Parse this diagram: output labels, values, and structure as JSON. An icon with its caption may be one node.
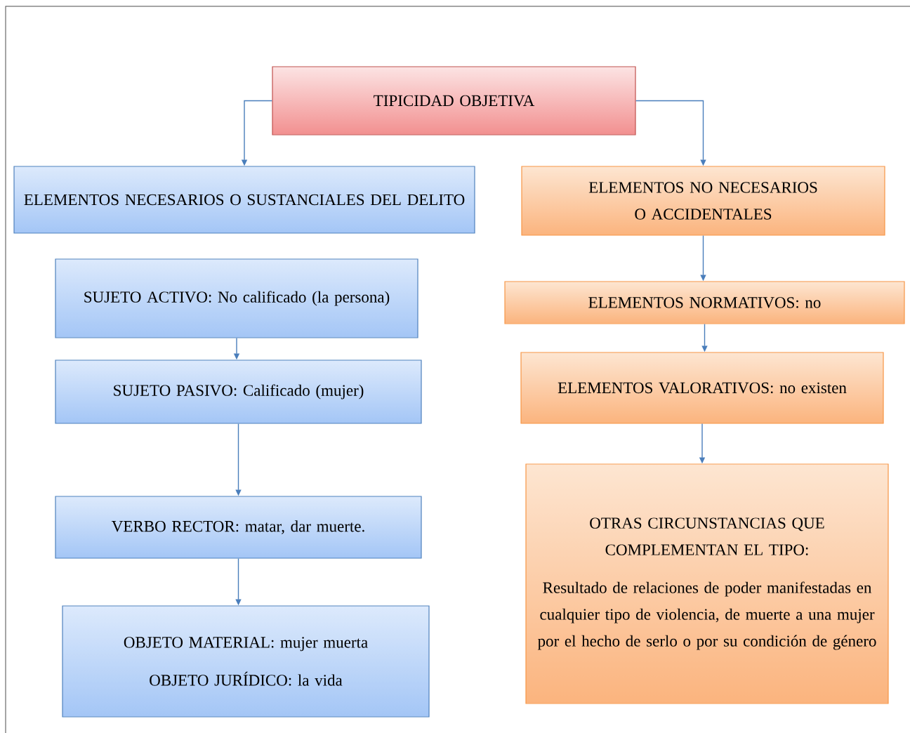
{
  "diagram": {
    "nodes": [
      {
        "text": [
          "TIPICIDAD OBJETIVA"
        ]
      },
      {
        "text": [
          "ELEMENTOS NECESARIOS O SUSTANCIALES DEL DELITO"
        ]
      },
      {
        "text": [
          "ELEMENTOS NO NECESARIOS O ACCIDENTALES"
        ]
      },
      {
        "text": [
          "SUJETO ACTIVO: No calificado (la persona)"
        ]
      },
      {
        "text": [
          "SUJETO PASIVO: Calificado (mujer)"
        ]
      },
      {
        "text": [
          "VERBO RECTOR: matar, dar muerte."
        ]
      },
      {
        "text": [
          "OBJETO MATERIAL: mujer muerta",
          "OBJETO JURÍDICO: la vida"
        ]
      },
      {
        "text": [
          "ELEMENTOS NORMATIVOS: no"
        ]
      },
      {
        "text": [
          "ELEMENTOS VALORATIVOS: no existen"
        ]
      },
      {
        "text": [
          "OTRAS CIRCUNSTANCIAS QUE COMPLEMENTAN EL TIPO:",
          "Resultado de relaciones de poder manifestadas en cualquier tipo de violencia, de muerte a una mujer por el hecho de serlo o por su condición de género"
        ]
      }
    ],
    "edges": [
      {
        "from": 0,
        "to": 1,
        "arrow": "to"
      },
      {
        "from": 0,
        "to": 2,
        "arrow": "to"
      },
      {
        "from": 3,
        "to": 4,
        "arrow": "to"
      },
      {
        "from": 4,
        "to": 5,
        "arrow": "to"
      },
      {
        "from": 5,
        "to": 6,
        "arrow": "to"
      },
      {
        "from": 2,
        "to": 7,
        "arrow": "to"
      },
      {
        "from": 7,
        "to": 8,
        "arrow": "to"
      },
      {
        "from": 8,
        "to": 9,
        "arrow": "to"
      }
    ]
  }
}
